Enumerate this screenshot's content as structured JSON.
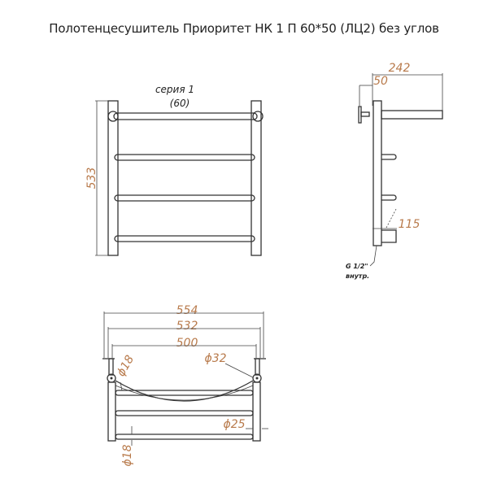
{
  "title": "Полотенцесушитель Приоритет НК 1 П 60*50 (ЛЦ2)   без углов",
  "front_view": {
    "series_label": "серия 1",
    "series_sub": "(60)",
    "height_dim": "533"
  },
  "side_view": {
    "depth_dim": "242",
    "wall_dim": "50",
    "offset_dim": "115",
    "thread_label": "G 1/2\"",
    "thread_sub": "внутр."
  },
  "top_view": {
    "overall_width": "554",
    "center_width": "532",
    "inner_width": "500",
    "diam_18_top": "ϕ18",
    "diam_32": "ϕ32",
    "diam_25": "ϕ25",
    "diam_18_bottom": "ϕ18"
  }
}
